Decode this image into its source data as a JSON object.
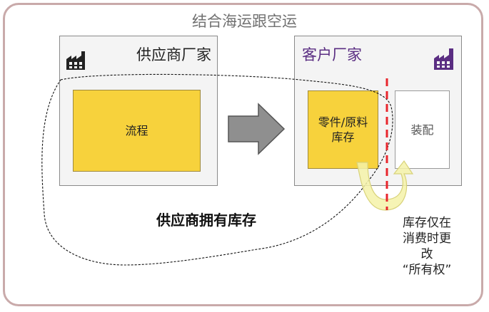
{
  "title": "结合海运跟空运",
  "supplier": {
    "label": "供应商厂家",
    "process": "流程"
  },
  "customer": {
    "label": "客户厂家",
    "inventory": "零件/原料\n库存",
    "assembly": "装配"
  },
  "caption": "供应商拥有库存",
  "note": "库存仅在\n消费时更\n改\n“所有权”",
  "colors": {
    "accent_red": "#e8262d",
    "box_yellow": "#f7d23c",
    "customer_purple": "#5a2d82",
    "frame": "#c9aaaa"
  },
  "icons": [
    "factory-icon",
    "factory-icon-purple",
    "right-arrow-icon",
    "curved-arrow-icon"
  ]
}
